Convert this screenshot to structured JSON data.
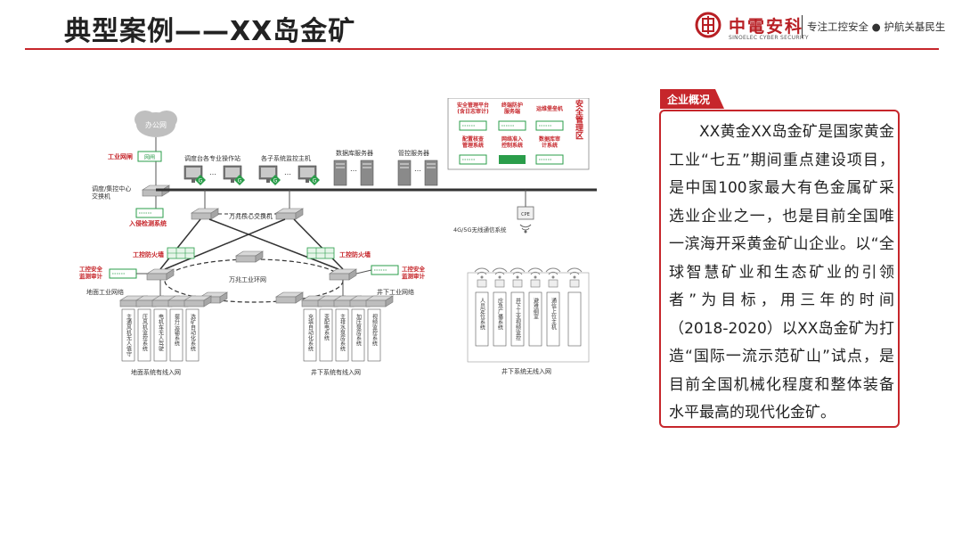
{
  "header": {
    "title": "典型案例——XX岛金矿",
    "logo_name": "中電安科",
    "logo_sub": "SINOELEC CYBER SECURITY",
    "slogan": "专注工控安全 ● 护航关基民生"
  },
  "colors": {
    "accent": "#c6262b",
    "green": "#2a9d4a",
    "grey": "#888888"
  },
  "diagram": {
    "office_net": "办公网",
    "ind_gateway_label": "工业网闸",
    "gateway_device": "网闸",
    "dispatch_switch": "调度/集控中心\n交换机",
    "intrusion": "入侵检测系统",
    "ops_station": "调度台各专业操作站",
    "sub_host": "各子系统监控主机",
    "db_server": "数据库服务器",
    "mgmt_server": "管控服务器",
    "core_switch": "万兆核心交换机",
    "ring_net": "万兆工业环网",
    "firewall": "工控防火墙",
    "audit": "工控安全\n监测审计",
    "ground_net": "地面工业网络",
    "under_net": "井下工业网络",
    "wireless_sys": "4G/5G无线通信系统",
    "cpe": "CPE",
    "ground_access": "地面系统有线入网",
    "under_access": "井下系统有线入网",
    "wireless_access": "井下系统无线入网",
    "ground_systems": [
      "主通风机无人值守",
      "压风机监控系统",
      "电机车无人驾驶",
      "提升运输系统",
      "选矿自动化系统"
    ],
    "under_systems": [
      "充填自动化系统",
      "变配电系统",
      "主排水泵房系统",
      "加压泵房系统",
      "视频监控系统"
    ],
    "wireless_systems": [
      "人员定位系统",
      "应急广播系统",
      "井下工业视频监控",
      "避难硐室",
      "通信上位主机"
    ],
    "safety_zone": {
      "title": "安全管理区",
      "items": [
        "安全管理平台\n(含日志审计)",
        "终端防护\n服务端",
        "运维堡垒机",
        "配置核查\n管理系统",
        "网络准入\n控制系统",
        "数据库审\n计系统"
      ]
    }
  },
  "panel": {
    "tag": "企业概况",
    "text": "XX黄金XX岛金矿是国家黄金工业“七五”期间重点建设项目，是中国100家最大有色金属矿采选业企业之一，也是目前全国唯一滨海开采黄金矿山企业。以“全球智慧矿业和生态矿业的引领者”为目标，用三年的时间（2018-2020）以XX岛金矿为打造“国际一流示范矿山”试点，是目前全国机械化程度和整体装备水平最高的现代化金矿。"
  }
}
